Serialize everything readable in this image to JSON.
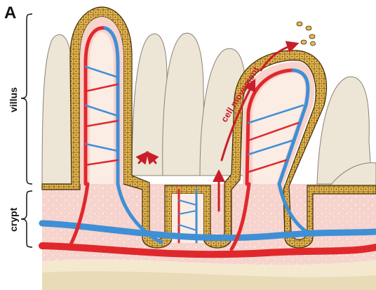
{
  "figure": {
    "panel_letter": "A",
    "labels": {
      "villus": "villus",
      "crypt": "crypt",
      "cell_movement": "cell movement"
    }
  },
  "colors": {
    "epithelium": "#e8b954",
    "epithelium_dark": "#7a5a14",
    "lamina_propria": "#f7d6cf",
    "lamina_core": "#fbece4",
    "artery": "#e0282c",
    "vein": "#3f8fd6",
    "background_villi": "#ede6d6",
    "arrow": "#c81e2a",
    "label": "#111111"
  }
}
